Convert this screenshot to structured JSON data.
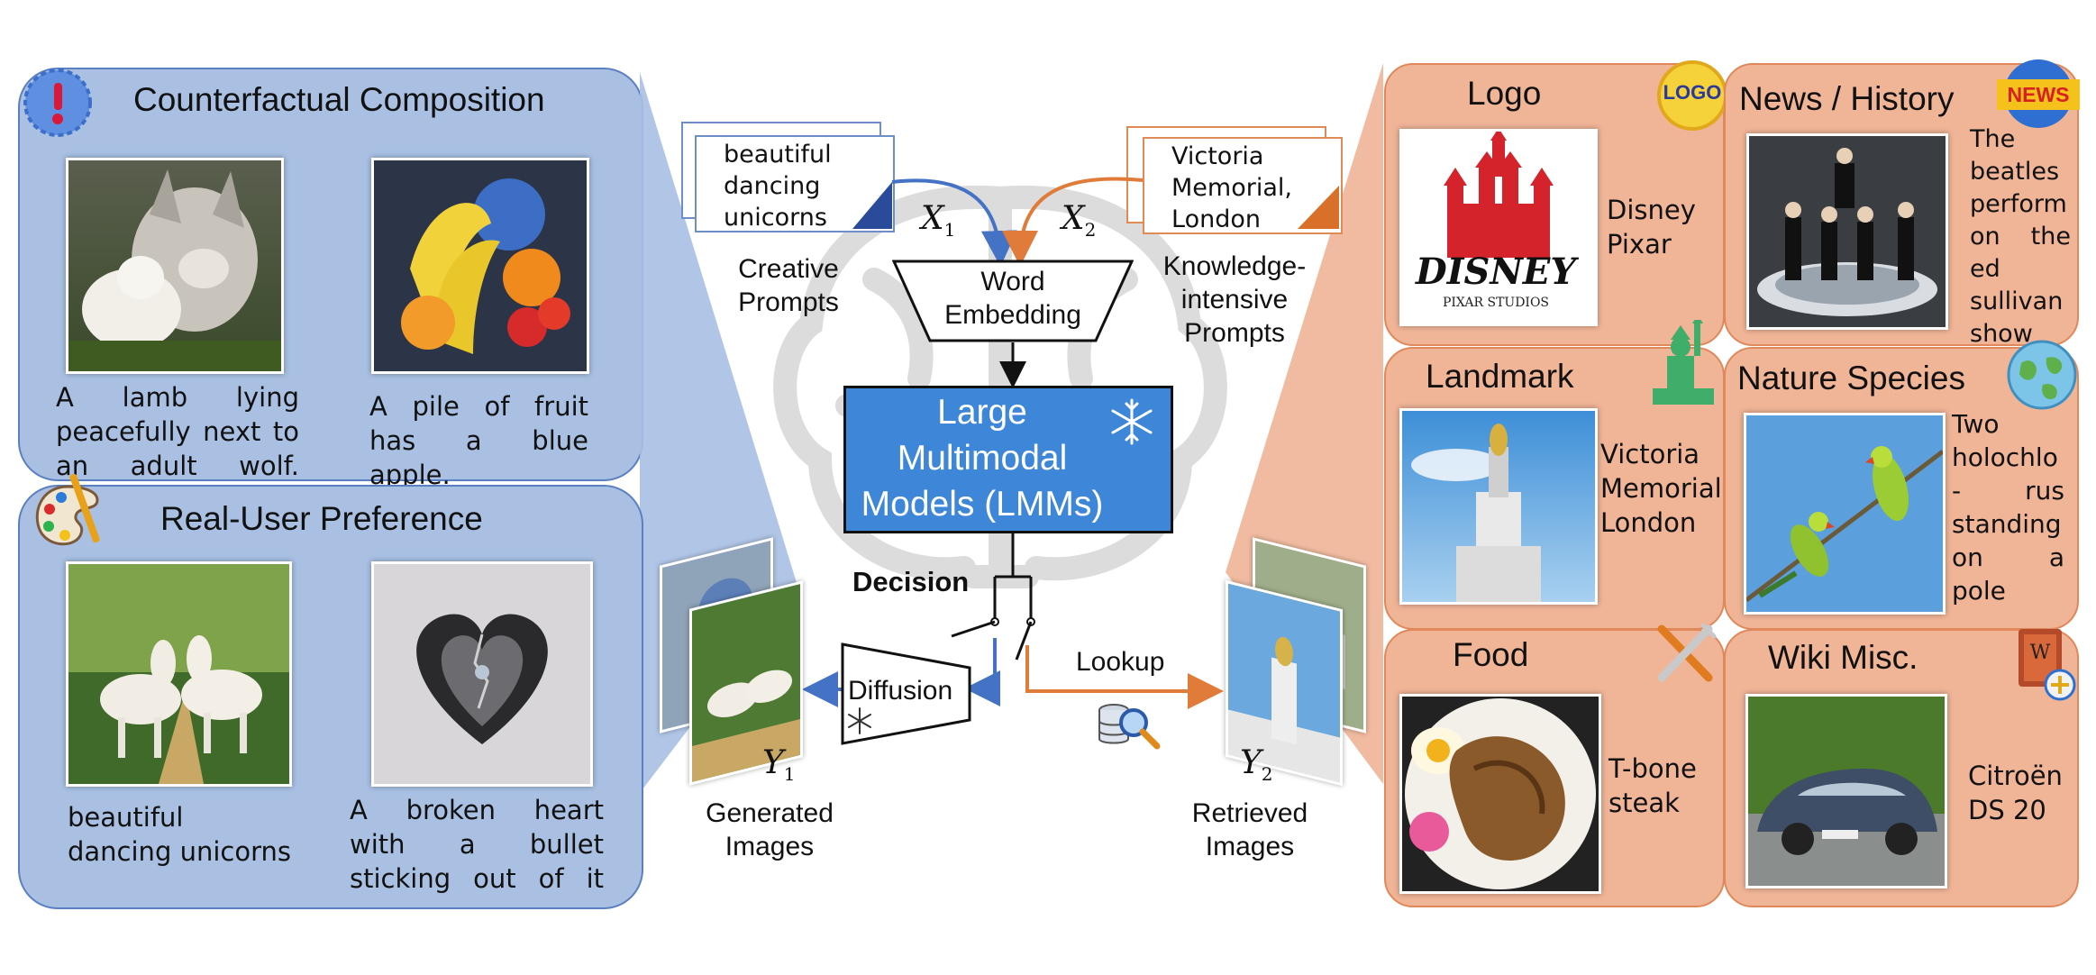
{
  "left": {
    "counterfactual": {
      "title": "Counterfactual Composition",
      "icon": "exclamation-bubble-icon",
      "captions": [
        "A lamb lying peacefully next to an adult wolf.",
        "A pile of fruit has a blue apple."
      ]
    },
    "real_user": {
      "title": "Real-User Preference",
      "icon": "palette-icon",
      "captions": [
        "beautiful dancing unicorns",
        "A broken heart with a bullet sticking out of it"
      ]
    }
  },
  "center": {
    "prompt1": "beautiful dancing unicorns",
    "prompt2": "Victoria Memorial, London",
    "x1": "X",
    "x1_sub": "1",
    "x2": "X",
    "x2_sub": "2",
    "creative_label": "Creative Prompts",
    "knowledge_label": "Knowledge-intensive Prompts",
    "word_embedding": "Word Embedding",
    "lmm": "Large Multimodal Models (LMMs)",
    "decision": "Decision",
    "diffusion": "Diffusion",
    "lookup": "Lookup",
    "y1": "Y",
    "y1_sub": "1",
    "y2": "Y",
    "y2_sub": "2",
    "generated": "Generated Images",
    "retrieved": "Retrieved Images",
    "colors": {
      "blue": "#4472c4",
      "orange": "#e07b39",
      "lmm_fill": "#3d86d8"
    }
  },
  "right": {
    "logo": {
      "title": "Logo",
      "badge": "LOGO",
      "caption": "Disney Pixar",
      "image_text": "DISNEY",
      "image_subtext": "PIXAR STUDIOS"
    },
    "news": {
      "title": "News / History",
      "badge": "NEWS",
      "caption": "The beatles perform on the ed sullivan show"
    },
    "landmark": {
      "title": "Landmark",
      "icon": "statue-of-liberty-icon",
      "caption": "Victoria Memorial, London"
    },
    "nature": {
      "title": "Nature Species",
      "icon": "globe-icon",
      "caption": "Two holochlo - rus standing on a pole"
    },
    "food": {
      "title": "Food",
      "icon": "fork-knife-icon",
      "caption": "T-bone steak"
    },
    "wiki": {
      "title": "Wiki Misc.",
      "badge": "W",
      "caption": "Citroën DS 20"
    }
  }
}
